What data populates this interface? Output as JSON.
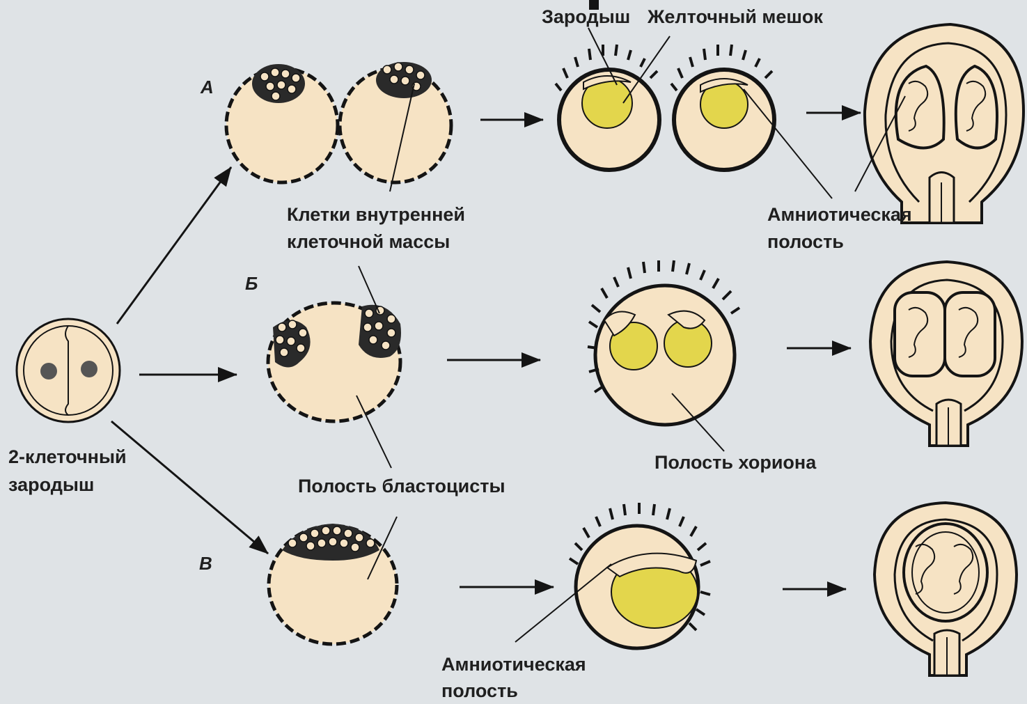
{
  "labels": {
    "embryo": "Зародыш",
    "yolk_sac": "Желточный мешок",
    "inner_cell_mass_1": "Клетки внутренней",
    "inner_cell_mass_2": "клеточной массы",
    "amniotic_top_1": "Амниотическая",
    "amniotic_top_2": "полость",
    "two_cell_1": "2-клеточный",
    "two_cell_2": "зародыш",
    "chorion_cavity": "Полость хориона",
    "blastocyst_cavity": "Полость бластоцисты",
    "amniotic_bottom_1": "Амниотическая",
    "amniotic_bottom_2": "полость"
  },
  "rows": {
    "a": "А",
    "b": "Б",
    "c": "В"
  },
  "colors": {
    "background": "#dfe3e6",
    "cell_fill": "#f6e3c4",
    "yolk": "#e3d64c",
    "outline": "#141414"
  }
}
